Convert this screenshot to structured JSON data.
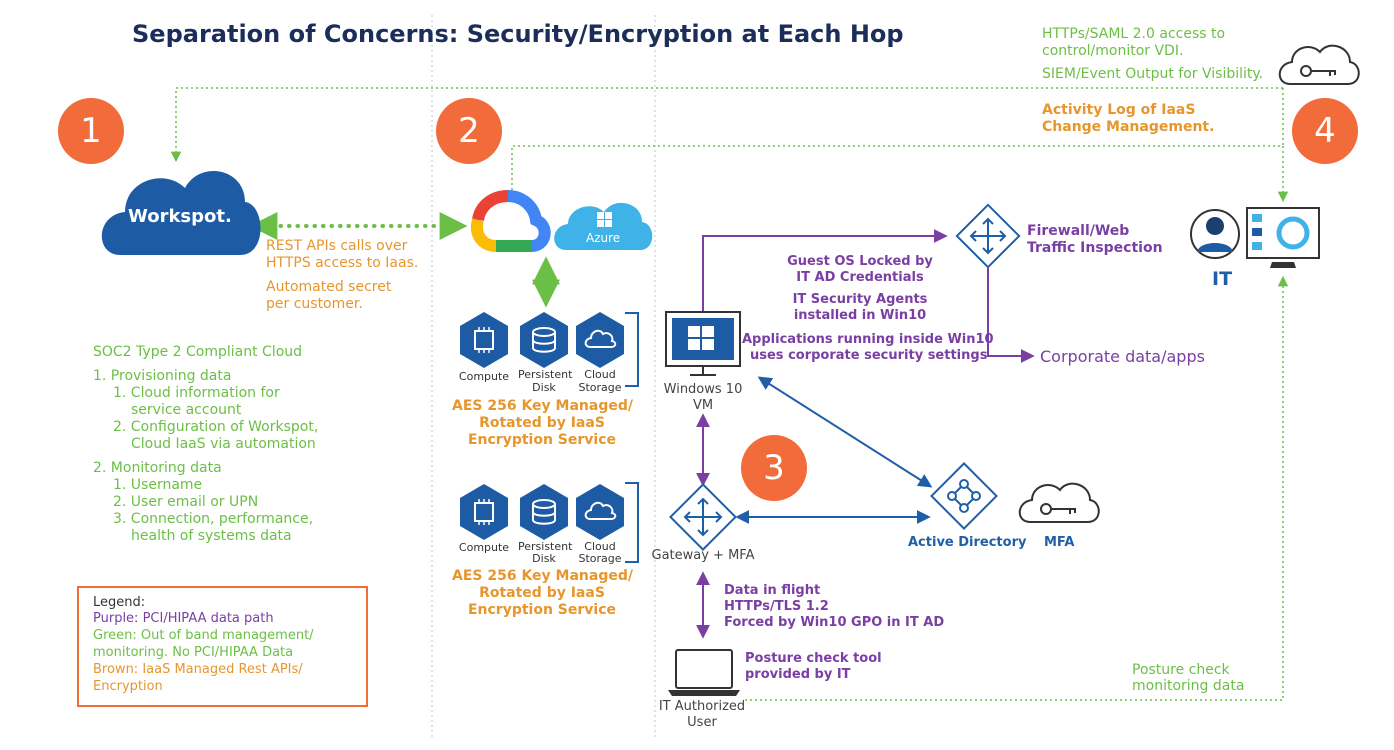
{
  "title": "Separation of Concerns: Security/Encryption at Each Hop",
  "top_right": {
    "https_saml": "HTTPs/SAML 2.0 access to",
    "https_saml2": "control/monitor VDI.",
    "siem": "SIEM/Event Output for Visibility.",
    "activity1": "Activity Log of IaaS",
    "activity2": "Change Management."
  },
  "steps": [
    "1",
    "2",
    "3",
    "4"
  ],
  "workspot": {
    "logo": "Workspot.",
    "rest1": "REST APIs calls over",
    "rest2": "HTTPS access to Iaas.",
    "secret1": "Automated secret",
    "secret2": "per customer."
  },
  "soc": {
    "heading": "SOC2 Type 2 Compliant Cloud",
    "lines": [
      "1.  Provisioning data",
      "1.  Cloud information for",
      "service account",
      "2.  Configuration of Workspot,",
      "Cloud IaaS via automation",
      "2.  Monitoring data",
      "1.  Username",
      "2.  User email or UPN",
      "3.  Connection, performance,",
      "health of systems data"
    ]
  },
  "legend": {
    "title": "Legend:",
    "purple": "Purple: PCI/HIPAA data path",
    "green1": "Green: Out of band management/",
    "green2": "monitoring. No PCI/HIPAA Data",
    "brown1": "Brown: IaaS Managed Rest APIs/",
    "brown2": "Encryption"
  },
  "azure": "Azure",
  "storage": {
    "compute": "Compute",
    "disk1": "Persistent",
    "disk2": "Disk",
    "cloud1": "Cloud",
    "cloud2": "Storage",
    "aes1": "AES 256 Key Managed/",
    "aes2": "Rotated by IaaS",
    "aes3": "Encryption Service"
  },
  "vm": {
    "label1": "Windows 10",
    "label2": "VM",
    "guest1": "Guest OS Locked by",
    "guest2": "IT AD Credentials",
    "agents1": "IT Security Agents",
    "agents2": "installed in Win10",
    "apps1": "Applications running inside Win10",
    "apps2": "uses corporate security settings"
  },
  "firewall": {
    "l1": "Firewall/Web",
    "l2": "Traffic Inspection"
  },
  "corporate": "Corporate data/apps",
  "gateway": "Gateway + MFA",
  "ad": "Active Directory",
  "mfa": "MFA",
  "inflight": {
    "l1": "Data in flight",
    "l2": "HTTPs/TLS 1.2",
    "l3": "Forced by Win10 GPO in IT AD"
  },
  "posture": {
    "l1": "Posture check tool",
    "l2": "provided by IT"
  },
  "user": {
    "l1": "IT Authorized",
    "l2": "User"
  },
  "posture_mon": {
    "l1": "Posture check",
    "l2": "monitoring data"
  },
  "it": "IT",
  "colors": {
    "green": "#6cbf46",
    "orange": "#e6962d",
    "purple": "#7a3fa3",
    "blue": "#1f5fa8",
    "step": "#f26b3a",
    "navy": "#1c2d5a"
  }
}
